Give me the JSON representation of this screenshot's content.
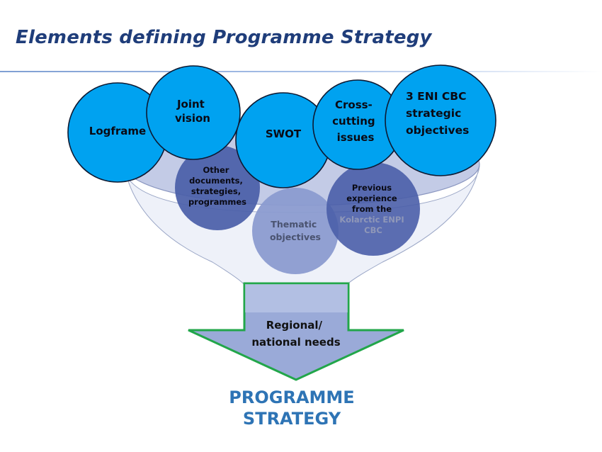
{
  "page": {
    "title": "Elements defining Programme Strategy"
  },
  "funnel": {
    "outer_circles": [
      {
        "lines": [
          "Logframe"
        ]
      },
      {
        "lines": [
          "Joint",
          "vision"
        ]
      },
      {
        "lines": [
          "SWOT"
        ]
      },
      {
        "lines": [
          "Cross-",
          "cutting",
          "issues"
        ]
      },
      {
        "lines": [
          "3 ENI CBC",
          "strategic",
          "objectives"
        ]
      }
    ],
    "inner_circles": [
      {
        "lines": [
          "Other",
          "documents,",
          "strategies,",
          "programmes"
        ]
      },
      {
        "lines": [
          "Thematic",
          "objectives"
        ]
      },
      {
        "lines": [
          "Previous",
          "experience",
          "from the",
          "Kolarctic ENPI",
          "CBC"
        ]
      }
    ],
    "arrow_lines": [
      "Regional/",
      "national needs"
    ]
  },
  "result": {
    "line1": "PROGRAMME",
    "line2": "STRATEGY"
  },
  "colors": {
    "outer_fill": "#00a2f0",
    "outer_stroke": "#0d1a33",
    "inner_dark": "#4a5ea8",
    "inner_light": "#8b9bd0",
    "funnel_fill": "#b8c2e3",
    "arrow_fill": "#9aaad8",
    "arrow_stroke": "#22a64a",
    "title": "#1f3d7a",
    "result": "#2e74b5"
  }
}
